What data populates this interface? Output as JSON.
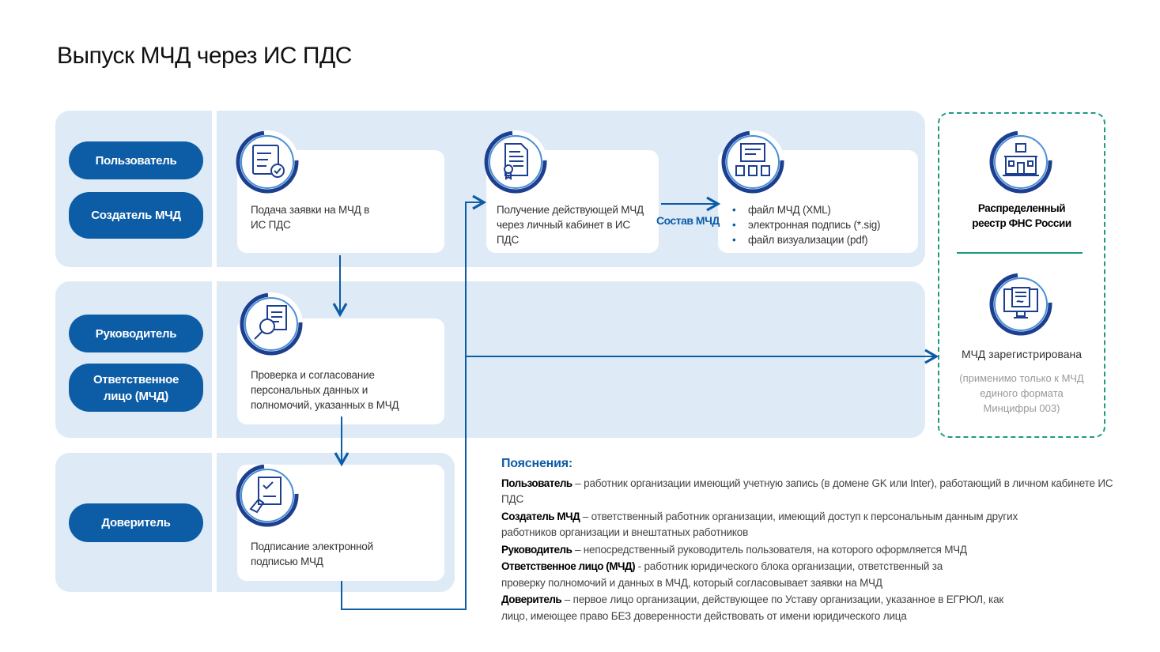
{
  "title": "Выпуск МЧД через ИС ПДС",
  "roles": {
    "user": "Пользователь",
    "creator": "Создатель МЧД",
    "manager": "Руководитель",
    "responsible": "Ответственное лицо (МЧД)",
    "principal": "Доверитель"
  },
  "steps": {
    "submit": "Подача заявки на МЧД в ИС ПДС",
    "receive": "Получение действующей МЧД через личный кабинет в ИС ПДС",
    "check": "Проверка и согласование персональных данных и полномочий, указанных в МЧД",
    "sign": "Подписание электронной подписью МЧД"
  },
  "composition": {
    "label": "Состав МЧД",
    "files": [
      "файл МЧД (XML)",
      "электронная подпись (*.sig)",
      "файл визуализации (pdf)"
    ]
  },
  "registry": {
    "title": "Распределенный реестр ФНС России",
    "registered": "МЧД зарегистрирована",
    "note": "(применимо только к МЧД единого формата Минцифры 003)"
  },
  "notes": {
    "heading": "Пояснения:",
    "items": [
      {
        "term": "Пользователь",
        "text": " – работник организации имеющий учетную запись (в домене GK или Inter), работающий в личном кабинете ИС ПДС"
      },
      {
        "term": "Создатель МЧД",
        "text": " – ответственный работник организации, имеющий доступ к персональным данным других работников организации и внештатных работников"
      },
      {
        "term": "Руководитель",
        "text": " – непосредственный руководитель пользователя, на которого оформляется МЧД"
      },
      {
        "term": "Ответственное лицо (МЧД)",
        "text": " - работник юридического блока организации, ответственный за проверку полномочий и данных в МЧД, который согласовывает заявки на МЧД"
      },
      {
        "term": "Доверитель",
        "text": " – первое лицо организации, действующее по Уставу организации, указанное в ЕГРЮЛ, как лицо, имеющее право БЕЗ доверенности действовать от имени юридического лица"
      }
    ]
  },
  "colors": {
    "brand": "#0d5ca6",
    "lane": "#deebf7",
    "registry": "#1e9a82"
  }
}
